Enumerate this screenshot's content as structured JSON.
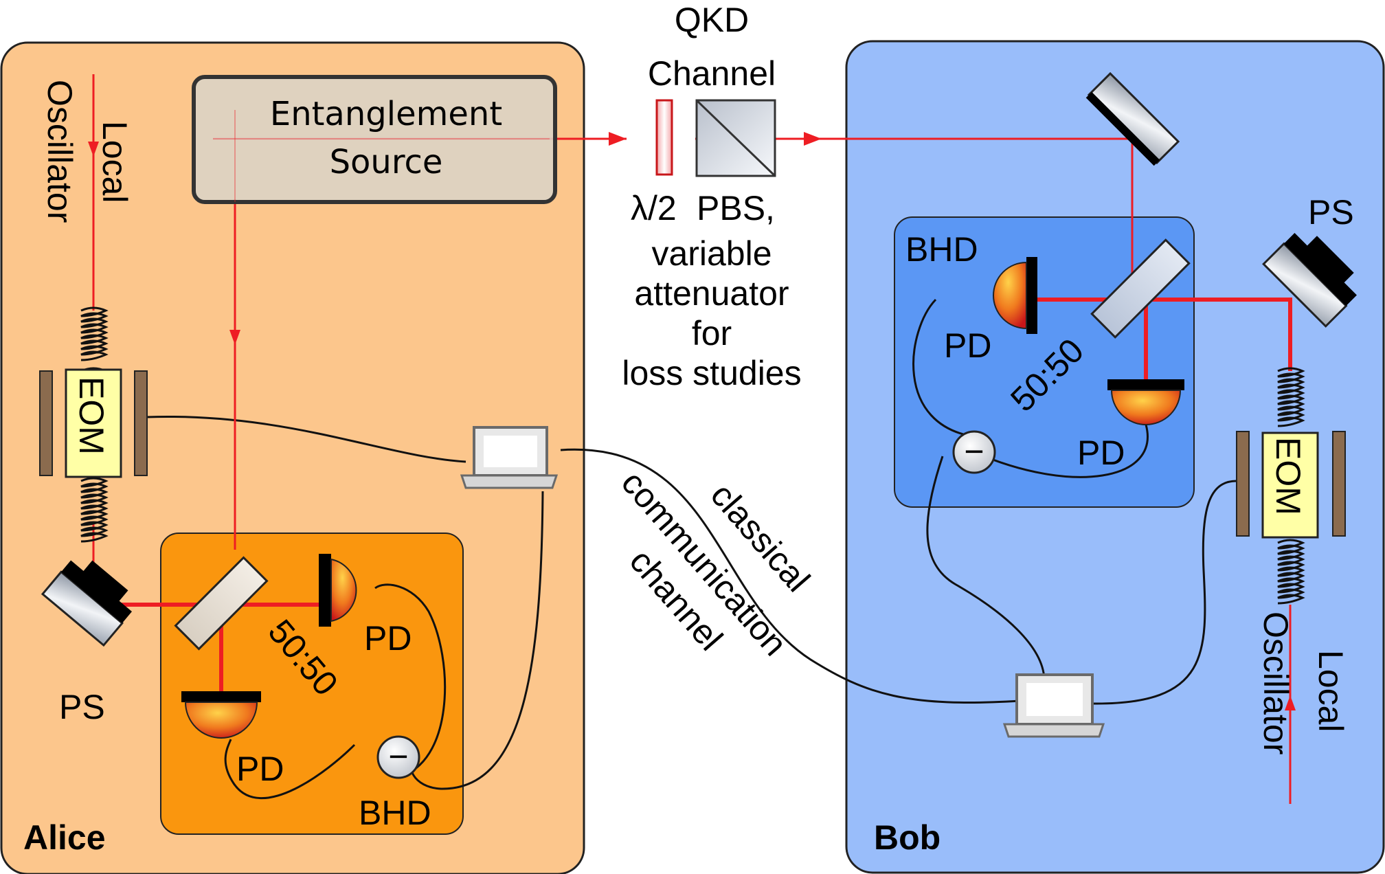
{
  "colors": {
    "alice_bg": "#fcc68c",
    "alice_inner": "#fa960e",
    "bob_bg": "#99bdfa",
    "bob_inner": "#5b97f4",
    "beam": "#ee1d23",
    "source_fill": "#dcd3c4",
    "eom_fill": "#ffffa6",
    "wood": "#8b6b4e"
  },
  "alice": {
    "title": "Alice",
    "lo_line1": "Local",
    "lo_line2": "Oscillator",
    "eom": "EOM",
    "ps": "PS",
    "bs": "50:50",
    "pd1": "PD",
    "pd2": "PD",
    "bhd": "BHD",
    "minus": "−"
  },
  "source": {
    "line1": "Entanglement",
    "line2": "Source"
  },
  "channel": {
    "qkd1": "QKD",
    "qkd2": "Channel",
    "halfwave": "λ/2",
    "pbs1": "PBS,",
    "att1": "variable",
    "att2": "attenuator",
    "att3": "for",
    "att4": "loss studies",
    "cc1": "classical",
    "cc2": "communication",
    "cc3": "channel"
  },
  "bob": {
    "title": "Bob",
    "lo_line1": "Local",
    "lo_line2": "Oscillator",
    "eom": "EOM",
    "ps": "PS",
    "bs": "50:50",
    "pd1": "PD",
    "pd2": "PD",
    "bhd": "BHD",
    "minus": "−"
  }
}
